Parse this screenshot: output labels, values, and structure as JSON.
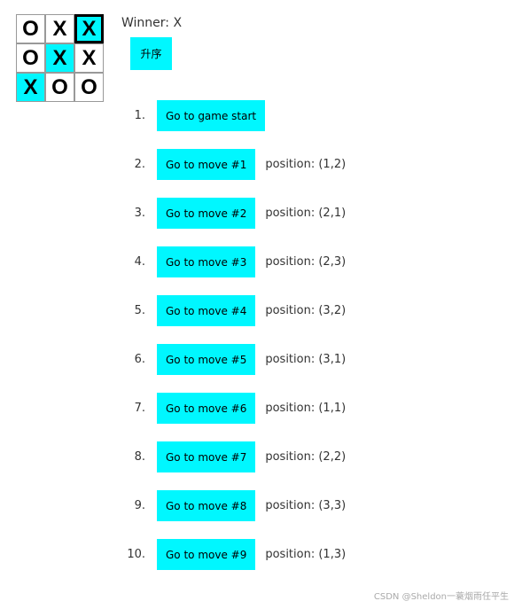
{
  "board": {
    "squares": [
      "O",
      "X",
      "X",
      "O",
      "X",
      "X",
      "X",
      "O",
      "O"
    ]
  },
  "status": "Winner: X",
  "sort_label": "升序",
  "moves": [
    {
      "num": "1.",
      "label": "Go to game start",
      "position": ""
    },
    {
      "num": "2.",
      "label": "Go to move #1",
      "position": "position: (1,2)"
    },
    {
      "num": "3.",
      "label": "Go to move #2",
      "position": "position: (2,1)"
    },
    {
      "num": "4.",
      "label": "Go to move #3",
      "position": "position: (2,3)"
    },
    {
      "num": "5.",
      "label": "Go to move #4",
      "position": "position: (3,2)"
    },
    {
      "num": "6.",
      "label": "Go to move #5",
      "position": "position: (3,1)"
    },
    {
      "num": "7.",
      "label": "Go to move #6",
      "position": "position: (1,1)"
    },
    {
      "num": "8.",
      "label": "Go to move #7",
      "position": "position: (2,2)"
    },
    {
      "num": "9.",
      "label": "Go to move #8",
      "position": "position: (3,3)"
    },
    {
      "num": "10.",
      "label": "Go to move #9",
      "position": "position: (1,3)"
    }
  ],
  "watermark": "CSDN @Sheldon一蓑烟雨任平生",
  "colors": {
    "highlight": "#00f7ff",
    "last_move_border": "#000000"
  }
}
